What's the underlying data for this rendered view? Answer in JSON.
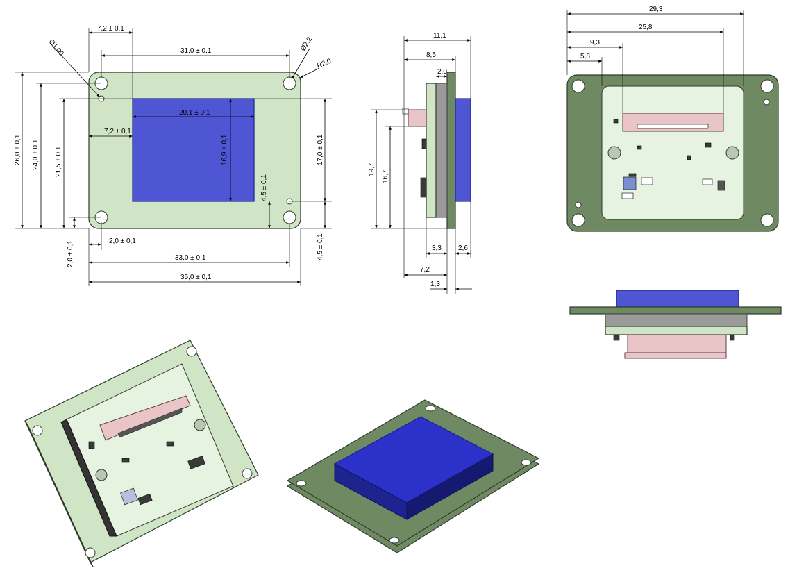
{
  "front_view": {
    "dims": {
      "d_7_2_top": "7,2 ± 0,1",
      "d_31_0": "31,0 ± 0,1",
      "d_20_1": "20,1 ± 0,1",
      "d_7_2_mid": "7,2 ± 0,1",
      "d_16_9": "16,9 ± 0,1",
      "d_4_5_inner": "4,5 ± 0,1",
      "d_26_0": "26,0 ± 0,1",
      "d_24_0": "24,0 ± 0,1",
      "d_21_5": "21,5 ± 0,1",
      "d_2_0_left": "2,0 ± 0,1",
      "d_2_0_bottom": "2,0 ± 0,1",
      "d_17_0": "17,0 ± 0,1",
      "d_4_5_right": "4,5 ± 0,1",
      "d_33_0": "33,0 ± 0,1",
      "d_35_0": "35,0 ± 0,1",
      "phi_1_00": "Ø1,00",
      "phi_2_2": "Ø2,2",
      "r_2_0": "R2,0"
    }
  },
  "side_view": {
    "dims": {
      "d_11_1": "11,1",
      "d_8_5": "8,5",
      "d_2_0": "2,0",
      "d_19_7": "19,7",
      "d_16_7": "16,7",
      "d_3_3": "3,3",
      "d_2_6": "2,6",
      "d_7_2": "7,2",
      "d_1_3": "1,3"
    }
  },
  "back_view": {
    "dims": {
      "d_29_3": "29,3",
      "d_25_8": "25,8",
      "d_9_3": "9,3",
      "d_5_8": "5,8"
    }
  },
  "colors": {
    "pcb_green": "#cfe5c6",
    "frame_green": "#6f8a63",
    "sensor_blue": "#4f56d4",
    "connector_pink": "#e9c5c8"
  }
}
